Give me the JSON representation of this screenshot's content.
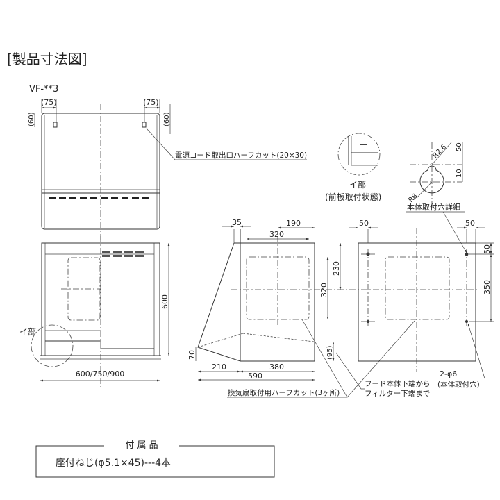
{
  "title": "[製品寸法図]",
  "model": "VF-**3",
  "top_view": {
    "dim_left": "(75)",
    "dim_right": "(75)",
    "dim_left_v": "(60)",
    "dim_right_v": "(60)",
    "note": "電源コード取出口ハーフカット(20×30)"
  },
  "front_view": {
    "height": "600",
    "width": "600/750/900",
    "detail_label": "イ部"
  },
  "detail": {
    "label": "イ部",
    "caption": "(前板取付状態)"
  },
  "hole_detail": {
    "r_small": "R2.6",
    "r_large": "R8",
    "dim_top": "50",
    "dim_mid": "10",
    "caption": "本体取付穴詳細"
  },
  "side_view": {
    "d35": "35",
    "d190": "190",
    "d320h": "320",
    "d230": "230",
    "d320v": "320",
    "d70": "70",
    "d95": "(95)",
    "d210": "210",
    "d380": "380",
    "d590": "590",
    "note_halfcut": "換気扇取付用ハーフカット(3ヶ所)",
    "note_filter_1": "フード本体下端から",
    "note_filter_2": "フィルター下端まで"
  },
  "back_view": {
    "d50_left": "50",
    "d50_right": "50",
    "d50_v": "50",
    "d350": "350",
    "hole_1": "2-φ6",
    "hole_2": "(本体取付穴)"
  },
  "accessory": {
    "heading": "付 属 品",
    "item": "座付ねじ(φ5.1×45)---4本"
  }
}
